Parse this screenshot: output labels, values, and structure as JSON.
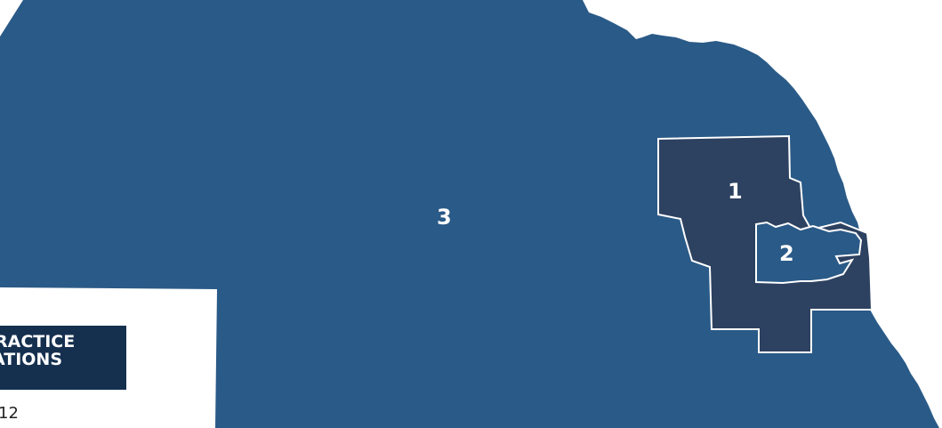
{
  "map": {
    "districts": [
      {
        "number": "1",
        "color": "#2d4160"
      },
      {
        "number": "2",
        "color": "#2a5a87"
      },
      {
        "number": "3",
        "color": "#2a5a87"
      }
    ],
    "border_color": "#ffffff"
  },
  "badge": {
    "line1": "RACTICE",
    "line2": "ATIONS",
    "color": "#15304f"
  },
  "footnote": "12"
}
